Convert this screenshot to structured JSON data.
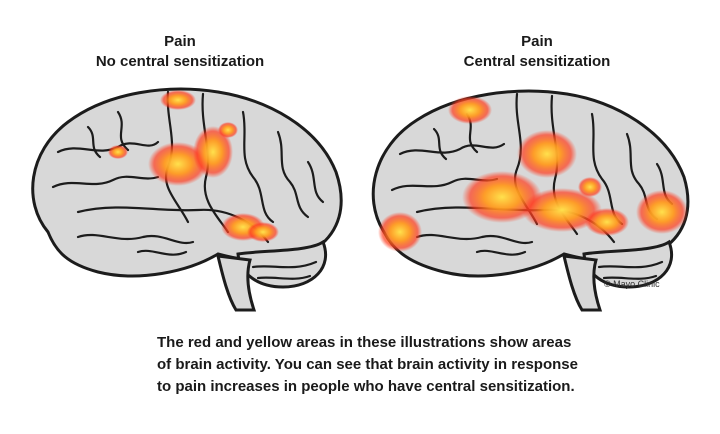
{
  "panels": [
    {
      "title": "Pain",
      "subtitle": "No central sensitization"
    },
    {
      "title": "Pain",
      "subtitle": "Central sensitization"
    }
  ],
  "credit": "© Mayo Clinic",
  "caption": [
    "The red and yellow areas in these illustrations show areas",
    "of brain activity. You can see that brain activity in response",
    "to pain increases in people who have central sensitization."
  ],
  "colors": {
    "brain_fill": "#d8d8d8",
    "outline": "#1c1c1c",
    "activity_core": "#ffe14d",
    "activity_mid": "#ff9a1f",
    "activity_edge": "#ff3b1f"
  }
}
